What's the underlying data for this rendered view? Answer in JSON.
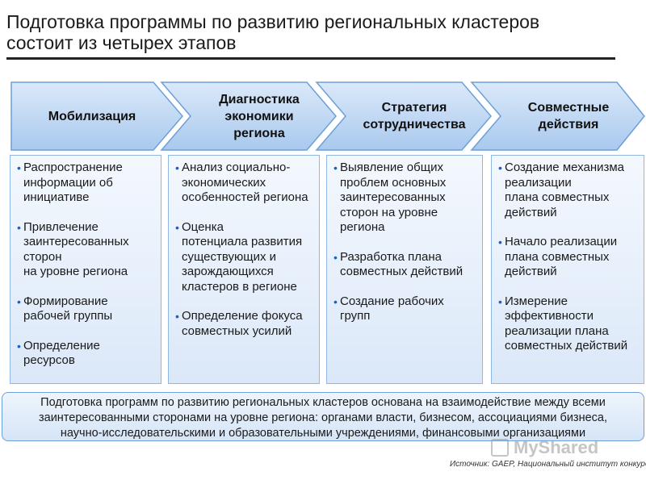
{
  "title": {
    "line1": "Подготовка программы по развитию региональных кластеров",
    "line2": "состоит из четырех этапов"
  },
  "stages": [
    {
      "label": "Мобилизация",
      "items": [
        "Распространение\nинформации об\nинициативе",
        "Привлечение\nзаинтересованных\nсторон\nна уровне региона",
        "Формирование\nрабочей группы",
        "Определение\nресурсов"
      ]
    },
    {
      "label": "Диагностика\nэкономики\nрегиона",
      "items": [
        "Анализ социально-\nэкономических\nособенностей региона",
        "Оценка\nпотенциала развития\nсуществующих и\nзарождающихся\nкластеров в регионе",
        "Определение фокуса\nсовместных усилий"
      ]
    },
    {
      "label": "Стратегия\nсотрудничества",
      "items": [
        "Выявление общих\nпроблем основных\nзаинтересованных\nсторон на уровне\nрегиона",
        "Разработка плана\nсовместных действий",
        "Создание рабочих\nгрупп"
      ]
    },
    {
      "label": "Совместные\nдействия",
      "items": [
        "Создание механизма\nреализации\nплана совместных\nдействий",
        "Начало реализации\nплана совместных\nдействий",
        "Измерение\nэффективности\nреализации плана\nсовместных действий"
      ]
    }
  ],
  "footer": {
    "line1": "Подготовка программ по развитию региональных кластеров основана на взаимодействие между всеми",
    "line2": "заинтересованными сторонами на уровне региона: органами власти, бизнесом, ассоциациями бизнеса,",
    "line3": "научно-исследовательскими и образовательными учреждениями, финансовыми организациями"
  },
  "source": "Источник: GAEP, Национальный институт конкурентоспособности",
  "watermark": "MyShared",
  "colors": {
    "arrow_fill": "#bcd6f2",
    "arrow_border": "#6c9fd9",
    "column_border": "#8fb7e6",
    "bullet": "#1f5fbf"
  }
}
